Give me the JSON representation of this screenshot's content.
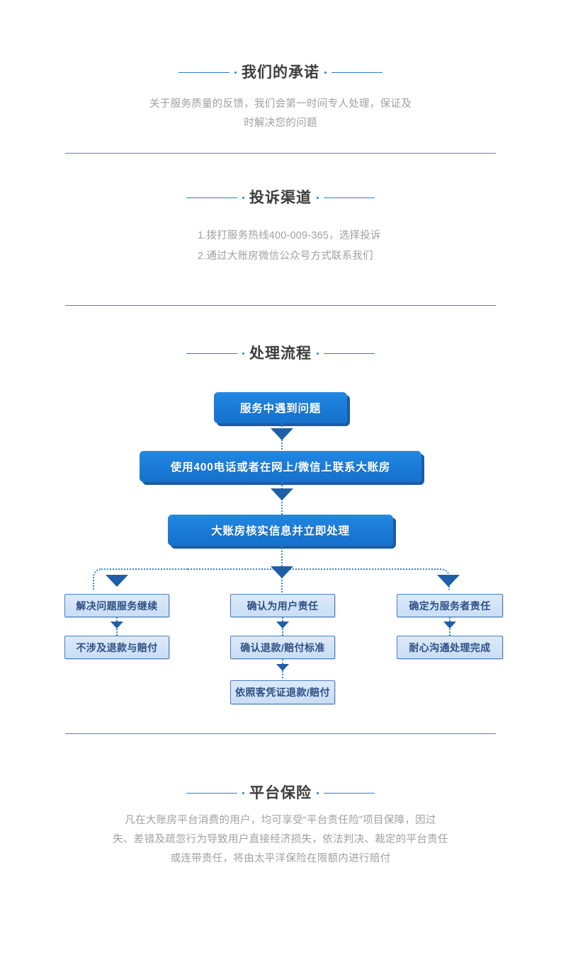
{
  "sections": [
    {
      "id": "promise",
      "title": "我们的承诺",
      "lines": [
        "关于服务质量的反馈，我们会第一时间专人处理，保证及",
        "时解决您的问题"
      ]
    },
    {
      "id": "complaint",
      "title": "投诉渠道",
      "lines": [
        "1.拨打服务热线400-009-365，选择投诉",
        "2.通过大账房微信公众号方式联系我们"
      ]
    },
    {
      "id": "process",
      "title": "处理流程"
    },
    {
      "id": "insurance",
      "title": "平台保险",
      "lines": [
        "凡在大账房平台消费的用户，均可享受“平台责任险”项目保障，因过",
        "失、差错及疏忽行为导致用户直接经济损失，依法判决、裁定的平台责任",
        "或连带责任，将由太平洋保险在限额内进行赔付"
      ]
    }
  ],
  "flow": {
    "primary_nodes": [
      {
        "id": "step1",
        "label": "服务中遇到问题"
      },
      {
        "id": "step2",
        "label": "使用400电话或者在网上/微信上联系大账房"
      },
      {
        "id": "step3",
        "label": "大账房核实信息并立即处理"
      }
    ],
    "branches": [
      {
        "id": "branch-left",
        "nodes": [
          {
            "id": "left-1",
            "label": "解决问题服务继续"
          },
          {
            "id": "left-2",
            "label": "不涉及退款与赔付"
          }
        ]
      },
      {
        "id": "branch-center",
        "nodes": [
          {
            "id": "center-1",
            "label": "确认为用户责任"
          },
          {
            "id": "center-2",
            "label": "确认退款/赔付标准"
          },
          {
            "id": "center-3",
            "label": "依照客凭证退款/赔付"
          }
        ]
      },
      {
        "id": "branch-right",
        "nodes": [
          {
            "id": "right-1",
            "label": "确定为服务者责任"
          },
          {
            "id": "right-2",
            "label": "耐心沟通处理完成"
          }
        ]
      }
    ]
  },
  "colors": {
    "accent_blue": "#2a7fd0",
    "node_primary_fill": "#1a7ad6",
    "node_primary_edge": "#1a5ba8",
    "node_secondary_fill": "#cfe0f5",
    "node_secondary_border": "#4a7fc0",
    "arrow": "#1f5fa8",
    "title_text": "#3c3c3c",
    "body_text": "#a0a0a0",
    "divider": "#3f87d4"
  }
}
